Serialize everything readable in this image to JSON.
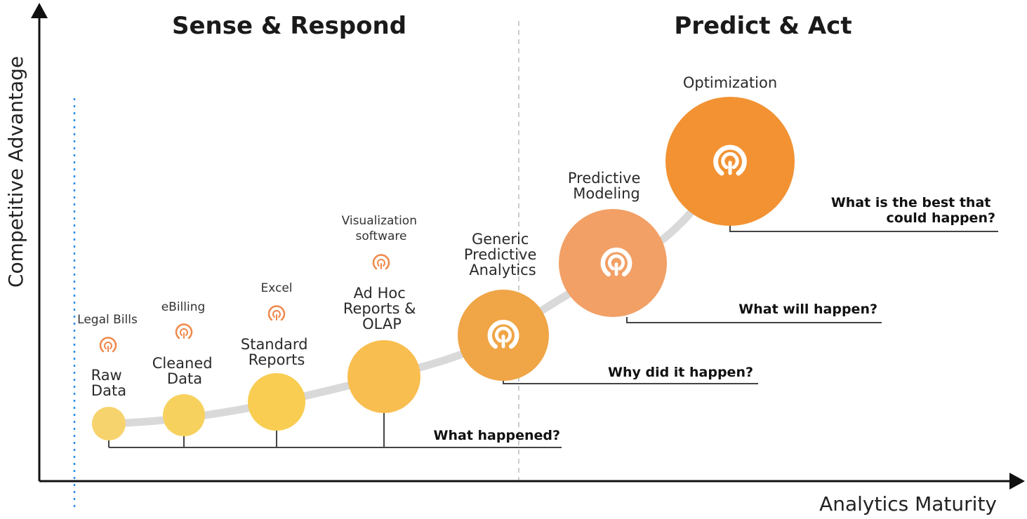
{
  "sections": {
    "left": "Sense & Respond",
    "right": "Predict & Act"
  },
  "axes": {
    "y": "Competitive Advantage",
    "x": "Analytics Maturity"
  },
  "colors": {
    "curve": "#d9d9d9",
    "axis": "#111111",
    "dotted_divider": "#2e8de8",
    "section_divider": "#cccccc",
    "icon": "#f0884a"
  },
  "stages": [
    {
      "id": "raw-data",
      "label": [
        "Raw",
        "Data"
      ],
      "tool": [
        "Legal Bills"
      ],
      "color": "#f7d36d"
    },
    {
      "id": "cleaned-data",
      "label": [
        "Cleaned",
        "Data"
      ],
      "tool": [
        "eBilling"
      ],
      "color": "#f7d15e"
    },
    {
      "id": "standard-reports",
      "label": [
        "Standard",
        "Reports"
      ],
      "tool": [
        "Excel"
      ],
      "color": "#f8cd52"
    },
    {
      "id": "ad-hoc-reports",
      "label": [
        "Ad Hoc",
        "Reports &",
        "OLAP"
      ],
      "tool": [
        "Visualization",
        "software"
      ],
      "color": "#f9be50"
    },
    {
      "id": "generic-predictive",
      "label": [
        "Generic",
        "Predictive",
        "Analytics"
      ],
      "tool": [],
      "color": "#f0a546",
      "icon": "radar-icon"
    },
    {
      "id": "predictive-modeling",
      "label": [
        "Predictive",
        "Modeling"
      ],
      "tool": [],
      "color": "#f2a066",
      "icon": "radar-icon"
    },
    {
      "id": "optimization",
      "label": [
        "Optimization"
      ],
      "tool": [],
      "color": "#f29233",
      "icon": "radar-icon"
    }
  ],
  "questions": [
    {
      "text": [
        "What happened?"
      ]
    },
    {
      "text": [
        "Why did it happen?"
      ]
    },
    {
      "text": [
        "What will happen?"
      ]
    },
    {
      "text": [
        "What is the best that",
        "could happen?"
      ]
    }
  ]
}
